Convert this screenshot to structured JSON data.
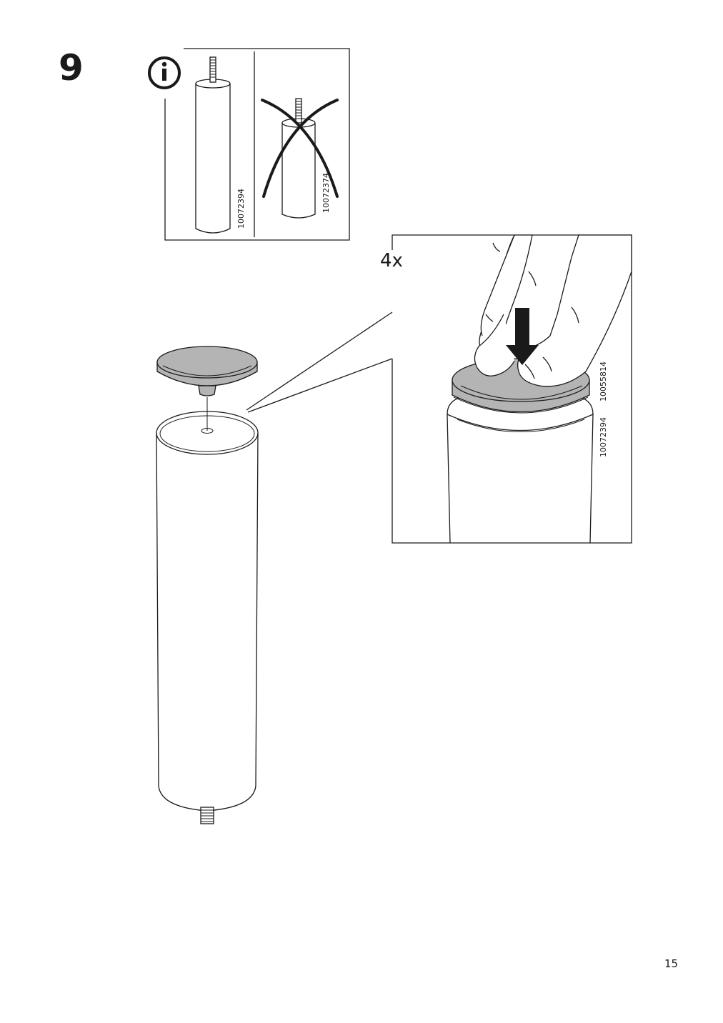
{
  "step": {
    "number": "9"
  },
  "info_panel": {
    "icon": "info-icon",
    "correct_part": {
      "part_number": "10072394"
    },
    "incorrect_part": {
      "part_number": "10072374"
    }
  },
  "detail_panel": {
    "quantity": "4x",
    "glide_part_number": "10055814",
    "leg_part_number": "10072394"
  },
  "colors": {
    "line": "#1a1a1a",
    "glide_fill": "#b4b4b4",
    "arrow": "#1a1a1a"
  },
  "footer": {
    "page_number": "15"
  }
}
